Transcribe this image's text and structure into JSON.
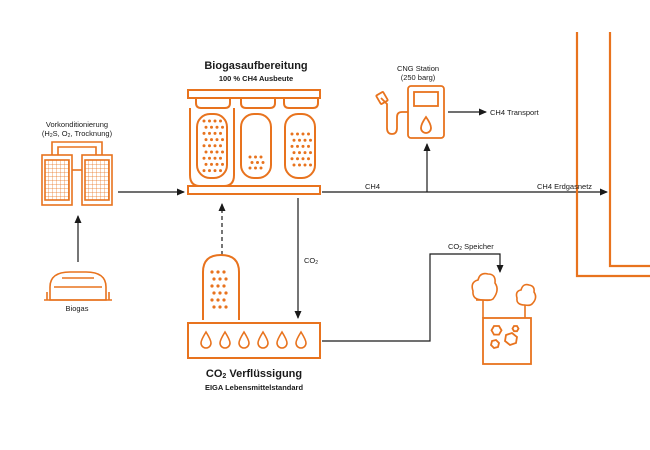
{
  "colors": {
    "accent": "#e8731e",
    "line": "#1a1a1a",
    "background": "#ffffff"
  },
  "upgrading": {
    "title": "Biogasaufbereitung",
    "subtitle": "100 % CH4 Ausbeute"
  },
  "preconditioning": {
    "label_line1": "Vorkonditionierung",
    "label_line2_parts": [
      "(H",
      "2",
      "S, O",
      "2",
      ", Trocknung)"
    ]
  },
  "biogas": {
    "label": "Biogas"
  },
  "cng": {
    "label_line1": "CNG Station",
    "label_line2": "(250 barg)"
  },
  "flows": {
    "ch4": "CH4",
    "ch4_transport": "CH4 Transport",
    "ch4_grid": "CH4 Erdgasnetz",
    "co2_parts": [
      "CO",
      "2"
    ],
    "co2_storage_parts": [
      "CO",
      "2",
      " Speicher"
    ]
  },
  "liquefaction": {
    "title_parts": [
      "CO",
      "2",
      " Verflüssigung"
    ],
    "subtitle": "EIGA Lebensmittelstandard"
  },
  "icons": [
    "gas-upgrading-columns-icon",
    "preconditioning-units-icon",
    "biogas-digester-icon",
    "cng-station-icon",
    "co2-liquefaction-unit-icon",
    "co2-storage-tank-icon",
    "trees-icon",
    "co2-storage-box-icon",
    "pipeline-icon"
  ]
}
